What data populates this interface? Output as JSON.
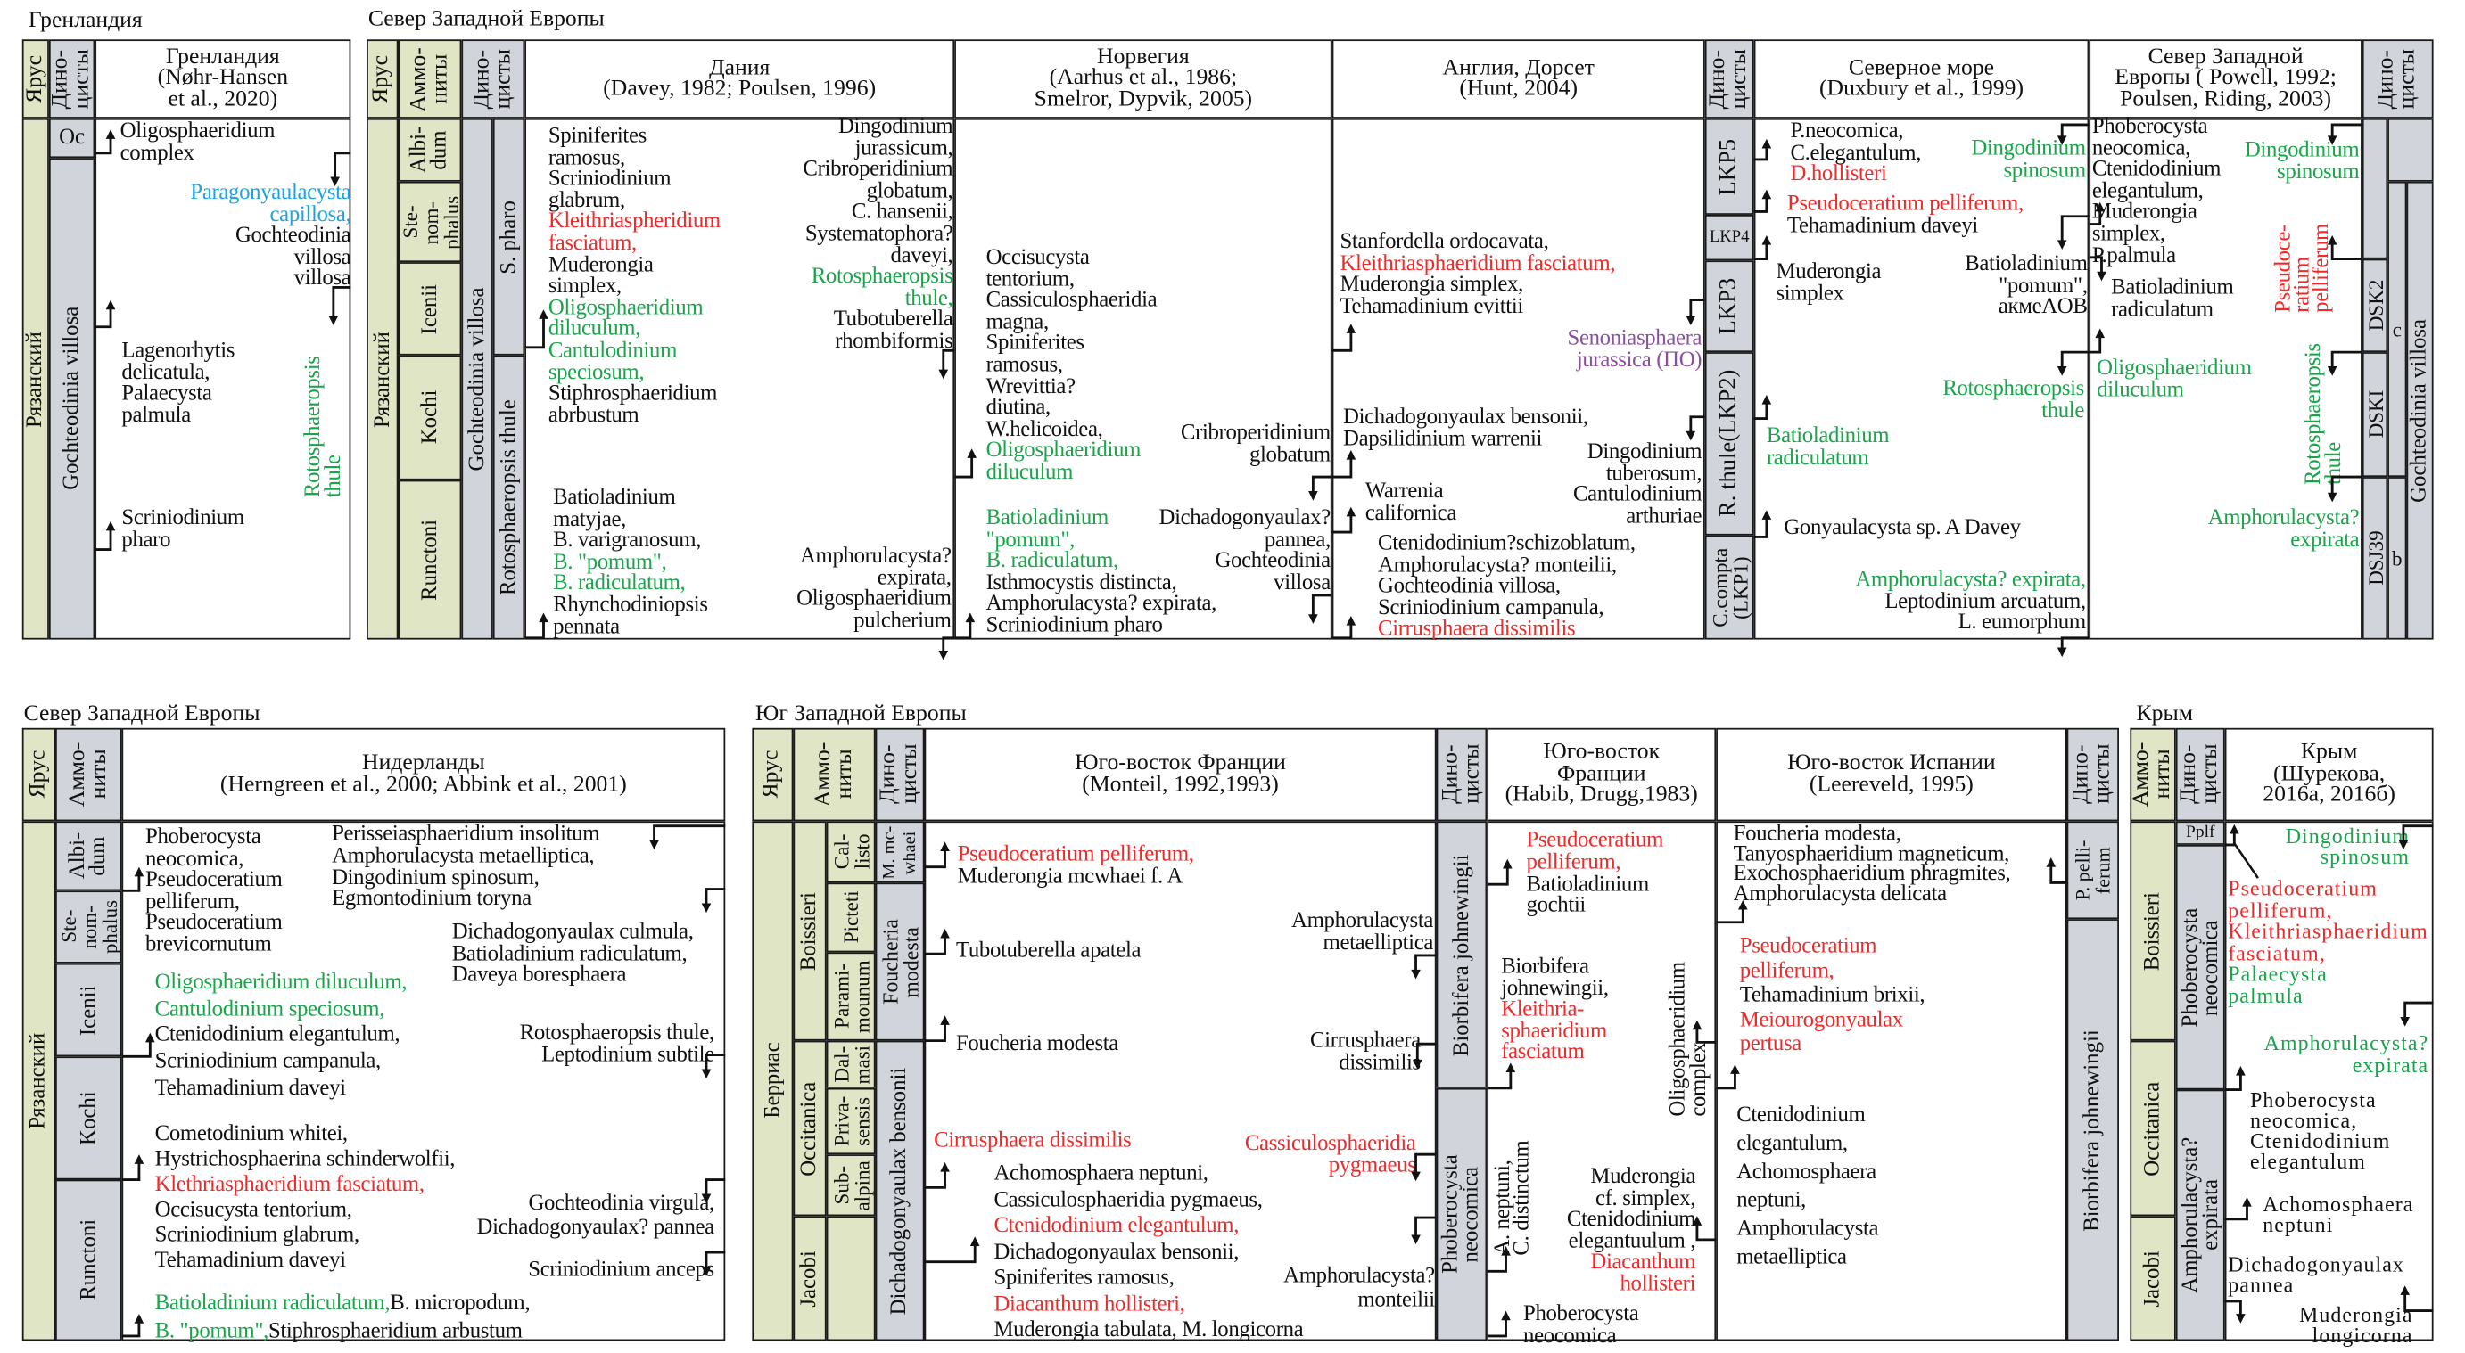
{
  "colors": {
    "stage_fill": "#dfe5c5",
    "dino_fill": "#d1d4db",
    "green": "#1aa54b",
    "red": "#ee2b2b",
    "blue": "#1fa3e0",
    "purple": "#8b4f9f"
  },
  "sections": {
    "greenland": "Гренландия",
    "nwe_top": "Север Западной Европы",
    "nwe_bottom": "Север Западной Европы",
    "swe": "Юг Западной Европы",
    "crimea": "Крым"
  },
  "headers": {
    "stage": [
      "Ярус"
    ],
    "dino": [
      "Дино-",
      "цисты"
    ],
    "ammo": [
      "Аммо-",
      "ниты"
    ],
    "greenland": [
      "Гренландия",
      "(Nøhr-Hansen",
      "et al., 2020)"
    ],
    "denmark": [
      "Дания",
      "(Davey, 1982; Poulsen, 1996)"
    ],
    "norway": [
      "Норвегия",
      "(Aarhus et al., 1986;",
      "Smelror, Dypvik, 2005)"
    ],
    "england": [
      "Англия,  Дорсет",
      "(Hunt, 2004)"
    ],
    "northsea": [
      "Северное море",
      "(Duxbury et al., 1999)"
    ],
    "powell": [
      "Север Западной",
      "Европы ( Powell, 1992;",
      "Poulsen, Riding, 2003)"
    ],
    "netherlands": [
      "Нидерланды",
      "(Herngreen et al., 2000; Abbink et al., 2001)"
    ],
    "monteil": [
      "Юго-восток Франции",
      "(Monteil, 1992,1993)"
    ],
    "habib": [
      "Юго-восток",
      "Франции",
      "(Habib, Drugg,1983)"
    ],
    "spain": [
      "Юго-восток Испании",
      "(Leereveld, 1995)"
    ],
    "crimea": [
      "Крым",
      "(Шурекова,",
      "2016а, 2016б)"
    ]
  },
  "zones": {
    "ryazan": [
      "Рязанский"
    ],
    "berrias": [
      "Берриас"
    ],
    "oc": [
      "Oc"
    ],
    "gochteodinia": [
      "Gochteodinia villosa"
    ],
    "albidum": [
      "Albi-",
      "dum"
    ],
    "stenomphalus": [
      "Ste-",
      "nom-",
      "phalus"
    ],
    "icenii": [
      "Icenii"
    ],
    "kochi": [
      "Kochi"
    ],
    "runctoni": [
      "Runctoni"
    ],
    "s_pharo": [
      "S. pharo"
    ],
    "r_thule": [
      "Rotosphaeropsis thule"
    ],
    "lkp5": [
      "LKP5"
    ],
    "lkp4": [
      "LKP4"
    ],
    "lkp3": [
      "LKP3"
    ],
    "lkp2": [
      "R. thule(LKP2)"
    ],
    "lkp1": [
      "C.compta",
      "(LKP1)"
    ],
    "dsk2": [
      "DSK2"
    ],
    "dsk1": [
      "DSKI"
    ],
    "dsj39": [
      "DSJ39"
    ],
    "c": [
      "c"
    ],
    "b": [
      "b"
    ],
    "boissieri": [
      "Boissieri"
    ],
    "occitanica": [
      "Occitanica"
    ],
    "jacobi": [
      "Jacobi"
    ],
    "callisto": [
      "Cal-",
      "listo"
    ],
    "picteti": [
      "Picteti"
    ],
    "paramimounum": [
      "Parami-",
      "mounum"
    ],
    "dalmasi": [
      "Dal-",
      "masi"
    ],
    "privasensis": [
      "Priva-",
      "sensis"
    ],
    "subalpina": [
      "Sub-",
      "alpina"
    ],
    "mcwhaei": [
      "M. mc-",
      "whaei"
    ],
    "foucheria": [
      "Foucheria",
      "modesta"
    ],
    "dichad": [
      "Dichadogonyaulax bensonii"
    ],
    "biorbifera": [
      "Biorbifera johnewingii"
    ],
    "phoberocysta": [
      "Phoberocysta",
      "neocomica"
    ],
    "ppelliferum": [
      "P. pelli-",
      "ferum"
    ],
    "pplf": [
      "Pplf"
    ],
    "amphorulacysta": [
      "Amphorulacysta?",
      "expirata"
    ]
  },
  "entries": {
    "gl1": [
      "Oligosphaeridium",
      "complex"
    ],
    "gl2": [
      {
        "t": "Paragonyaulacysta",
        "c": "b"
      },
      {
        "t": "capillosa,",
        "c": "b"
      },
      "Gochteodinia",
      "villosa",
      "villosa"
    ],
    "gl3": [
      "Lagenorhytis",
      "delicatula,",
      "Palaecysta",
      "palmula"
    ],
    "gl4": [
      "Scriniodinium",
      "pharo"
    ],
    "gl5": [
      {
        "t": "Rotosphaeropsis",
        "c": "g"
      },
      {
        "t": "thule",
        "c": "g"
      }
    ],
    "dk1": [
      "Spiniferites",
      "ramosus,",
      "Scriniodinium",
      "glabrum,",
      {
        "t": "Kleithriaspheridium",
        "c": "r"
      },
      {
        "t": "fasciatum,",
        "c": "r"
      },
      "Muderongia",
      "simplex,",
      {
        "t": "Oligosphaeridium",
        "c": "g"
      },
      {
        "t": "diluculum,",
        "c": "g"
      },
      {
        "t": "Cantulodinium",
        "c": "g"
      },
      {
        "t": "speciosum,",
        "c": "g"
      },
      "Stiphrosphaeridium",
      "abrbustum"
    ],
    "dk2": [
      "Dingodinium",
      "jurassicum,",
      "Cribroperidinium",
      "globatum,",
      "C. hansenii,",
      "Systematophora?",
      "daveyi,",
      {
        "t": "Rotosphaeropsis",
        "c": "g"
      },
      {
        "t": "thule,",
        "c": "g"
      },
      "Tubotuberella",
      "rhombiformis"
    ],
    "dk3": [
      "Batioladinium",
      "matyjae,",
      "B. varigranosum,",
      {
        "t": "B. \"pomum\",",
        "c": "g"
      },
      {
        "t": "B. radiculatum,",
        "c": "g"
      },
      "Rhynchodiniopsis",
      "pennata"
    ],
    "dk4": [
      "Amphorulacysta?",
      "expirata,",
      "Oligosphaeridium",
      "pulcherium"
    ],
    "nw1": [
      "Occisucysta",
      "tentorium,",
      "Cassiculosphaeridia",
      "magna,",
      "Spiniferites",
      "ramosus,",
      "Wrevittia?",
      "diutina,",
      "W.helicoidea,",
      {
        "t": "Oligosphaeridium",
        "c": "g"
      },
      {
        "t": "diluculum",
        "c": "g"
      }
    ],
    "nw2": [
      "Cribroperidinium",
      "globatum"
    ],
    "nw3": [
      {
        "t": "Batioladinium",
        "c": "g"
      },
      {
        "t": "\"pomum\",",
        "c": "g"
      },
      {
        "t": "B. radiculatum,",
        "c": "g"
      },
      "Isthmocystis distincta,",
      "Amphorulacysta? expirata,",
      "Scriniodinium pharo"
    ],
    "nw4": [
      "Dichadogonyaulax?",
      "pannea,",
      "Gochteodinia",
      "villosa"
    ],
    "en1": [
      "Stanfordella ordocavata,",
      {
        "t": "Kleithriasphaeridium fasciatum,",
        "c": "r"
      },
      "Muderongia simplex,",
      "Tehamadinium evittii"
    ],
    "en2": [
      {
        "t": "Senoniasphaera",
        "c": "p"
      },
      {
        "t": "jurassica  (ПО)",
        "c": "p"
      }
    ],
    "en3": [
      "Dichadogonyaulax bensonii,",
      "Dapsilidinium warrenii"
    ],
    "en4": [
      "Dingodinium",
      "tuberosum,",
      "Cantulodinium",
      "arthuriae"
    ],
    "en5": [
      "Warrenia",
      "californica"
    ],
    "en6": [
      "Ctenidodinium?schizoblatum,",
      "Amphorulacysta? monteilii,",
      "Gochteodinia villosa,",
      "Scriniodinium campanula,",
      {
        "t": "Cirrusphaera dissimilis",
        "c": "r"
      }
    ],
    "ns1": [
      "P.neocomica,",
      "C.elegantulum,",
      {
        "t": "D.hollisteri",
        "c": "r"
      }
    ],
    "ns2": [
      {
        "t": "Dingodinium",
        "c": "g"
      },
      {
        "t": "spinosum",
        "c": "g"
      }
    ],
    "ns3": [
      {
        "t": "Pseudoceratium pelliferum,",
        "c": "r"
      },
      "Tehamadinium daveyi"
    ],
    "ns4": [
      "Muderongia",
      "simplex"
    ],
    "ns5": [
      "Batioladinium",
      "\"pomum\",",
      "акмеAOB"
    ],
    "ns6": [
      {
        "t": "Rotosphaeropsis",
        "c": "g"
      },
      {
        "t": "thule",
        "c": "g"
      }
    ],
    "ns7": [
      {
        "t": "Batioladinium",
        "c": "g"
      },
      {
        "t": "radiculatum",
        "c": "g"
      }
    ],
    "ns8": [
      "Gonyaulacysta sp. A Davey"
    ],
    "ns9": [
      {
        "t": "Amphorulacysta? expirata,",
        "c": "g"
      },
      "Leptodinium arcuatum,",
      "L. eumorphum"
    ],
    "pw1": [
      "Phoberocysta",
      "neocomica,",
      "Ctenidodinium",
      "   elegantulum,",
      "  Muderongia",
      "  simplex,",
      "  P.palmula"
    ],
    "pw2": [
      {
        "t": "Dingodinium",
        "c": "g"
      },
      {
        "t": "spinosum",
        "c": "g"
      }
    ],
    "pw3": [
      "Batioladinium",
      "radiculatum"
    ],
    "pw4": [
      {
        "t": "Oligosphaeridium",
        "c": "g"
      },
      {
        "t": "diluculum",
        "c": "g"
      }
    ],
    "pw5": [
      {
        "t": "Amphorulacysta?",
        "c": "g"
      },
      {
        "t": "expirata",
        "c": "g"
      }
    ],
    "pw6": [
      {
        "t": "Pseudoce-",
        "c": "r"
      },
      {
        "t": "ratium",
        "c": "r"
      },
      {
        "t": "pelliferum",
        "c": "r"
      }
    ],
    "pw7": [
      {
        "t": "Rotosphaeropsis",
        "c": "g"
      },
      {
        "t": "thule",
        "c": "g"
      }
    ],
    "nl1": [
      "Phoberocysta",
      "neocomica,",
      "Pseudoceratium",
      "pelliferum,",
      "Pseudoceratium",
      "brevicornutum"
    ],
    "nl2": [
      "Perisseiasphaeridium insolitum",
      "Amphorulacysta metaelliptica,",
      "Dingodinium spinosum,",
      "Egmontodinium toryna"
    ],
    "nl3": [
      "Dichadogonyaulax culmula,",
      "Batioladinium radiculatum,",
      "Daveya boresphaera"
    ],
    "nl4": [
      {
        "t": "Oligosphaeridium diluculum,",
        "c": "g"
      },
      {
        "t": "Cantulodinium speciosum,",
        "c": "g"
      },
      "Ctenidodinium elegantulum,",
      "Scriniodinium campanula,",
      "Tehamadinium daveyi"
    ],
    "nl5": [
      "Rotosphaeropsis thule,",
      "Leptodinium subtile"
    ],
    "nl6": [
      "Cometodinium whitei,",
      "Hystrichosphaerina schinderwolfii,",
      {
        "t": "Klethriasphaeridium fasciatum,",
        "c": "r"
      },
      "Occisucysta tentorium,",
      "Scriniodinium glabrum,",
      "Tehamadinium daveyi"
    ],
    "nl7": [
      "Gochteodinia virgula,",
      "Dichadogonyaulax? pannea"
    ],
    "nl8": [
      "Scriniodinium anceps"
    ],
    "nl9": [
      [
        {
          "t": "Batioladinium radiculatum,",
          "c": "g"
        },
        {
          "t": "B. micropodum,",
          "c": "k"
        }
      ],
      [
        {
          "t": "B. \"pomum\",",
          "c": "g"
        },
        {
          "t": "Stiphrosphaeridium arbustum",
          "c": "k"
        }
      ]
    ],
    "mt1": [
      {
        "t": "Pseudoceratium pelliferum,",
        "c": "r"
      },
      "Muderongia mcwhaei f. A"
    ],
    "mt2": [
      "Tubotuberella apatela"
    ],
    "mt3": [
      "Foucheria modesta"
    ],
    "mt4": [
      "Amphorulacysta",
      "metaelliptica"
    ],
    "mt5": [
      "Cirrusphaera",
      "dissimilis"
    ],
    "mt6": [
      {
        "t": "Cirrusphaera dissimilis",
        "c": "r"
      }
    ],
    "mt7": [
      {
        "t": "Cassiculosphaeridia",
        "c": "r"
      },
      {
        "t": "pygmaeus",
        "c": "r"
      }
    ],
    "mt8": [
      "Achomosphaera neptuni,",
      "Cassiculosphaeridia pygmaeus,",
      {
        "t": "Ctenidodinium elegantulum,",
        "c": "r"
      },
      "Dichadogonyaulax bensonii,",
      "Spiniferites ramosus,",
      {
        "t": "Diacanthum hollisteri,",
        "c": "r"
      },
      "Muderongia tabulata, M. longicorna"
    ],
    "mt9": [
      "Amphorulacysta?",
      "monteilii"
    ],
    "hb1": [
      {
        "t": "Pseudoceratium",
        "c": "r"
      },
      {
        "t": "pelliferum,",
        "c": "r"
      },
      "Batioladinium",
      "gochtii"
    ],
    "hb2": [
      "Biorbifera",
      "johnewingii,",
      {
        "t": "Kleithria-",
        "c": "r"
      },
      {
        "t": "sphaeridium",
        "c": "r"
      },
      {
        "t": "fasciatum",
        "c": "r"
      }
    ],
    "hb3": [
      "Muderongia",
      "cf. simplex,",
      "Ctenidodinium",
      "elegantuulum ,",
      {
        "t": "Diacanthum",
        "c": "r"
      },
      {
        "t": "hollisteri",
        "c": "r"
      }
    ],
    "hb4": [
      "Phoberocysta",
      "neocomica"
    ],
    "hb5": [
      "A. neptuni,",
      "C. distinctum"
    ],
    "hb6": [
      "Oligosphaeridium",
      "complex"
    ],
    "sp1": [
      "Foucheria modesta,",
      "Tanyosphaeridium magneticum,",
      "Exochosphaeridium phragmites,",
      "Amphorulacysta delicata"
    ],
    "sp2": [
      {
        "t": "Pseudoceratium",
        "c": "r"
      },
      {
        "t": "pelliferum,",
        "c": "r"
      },
      "Tehamadinium brixii,",
      {
        "t": "Meiourogonyaulax",
        "c": "r"
      },
      {
        "t": "pertusa",
        "c": "r"
      }
    ],
    "sp3": [
      "Ctenidodinium",
      "elegantulum,",
      "Achomosphaera",
      "neptuni,",
      "Amphorulacysta",
      "metaelliptica"
    ],
    "kr1": [
      {
        "t": "Dingodinium",
        "c": "g"
      },
      {
        "t": "spinosum",
        "c": "g"
      }
    ],
    "kr2": [
      {
        "t": "Pseudoceratium",
        "c": "r"
      },
      {
        "t": "pelliferum,",
        "c": "r"
      },
      {
        "t": "Kleithriasphaeridium",
        "c": "r"
      },
      {
        "t": "fasciatum,",
        "c": "r"
      },
      {
        "t": "Palaecysta",
        "c": "g"
      },
      {
        "t": "palmula",
        "c": "g"
      }
    ],
    "kr3": [
      {
        "t": "Amphorulacysta?",
        "c": "g"
      },
      {
        "t": "expirata",
        "c": "g"
      }
    ],
    "kr4": [
      "Phoberocysta",
      "neocomica,",
      "Ctenidodinium",
      "elegantulum"
    ],
    "kr5": [
      "Achomosphaera",
      "neptuni"
    ],
    "kr6": [
      "Dichadogonyaulax",
      "pannea"
    ],
    "kr7": [
      "Muderongia",
      "longicorna"
    ]
  }
}
